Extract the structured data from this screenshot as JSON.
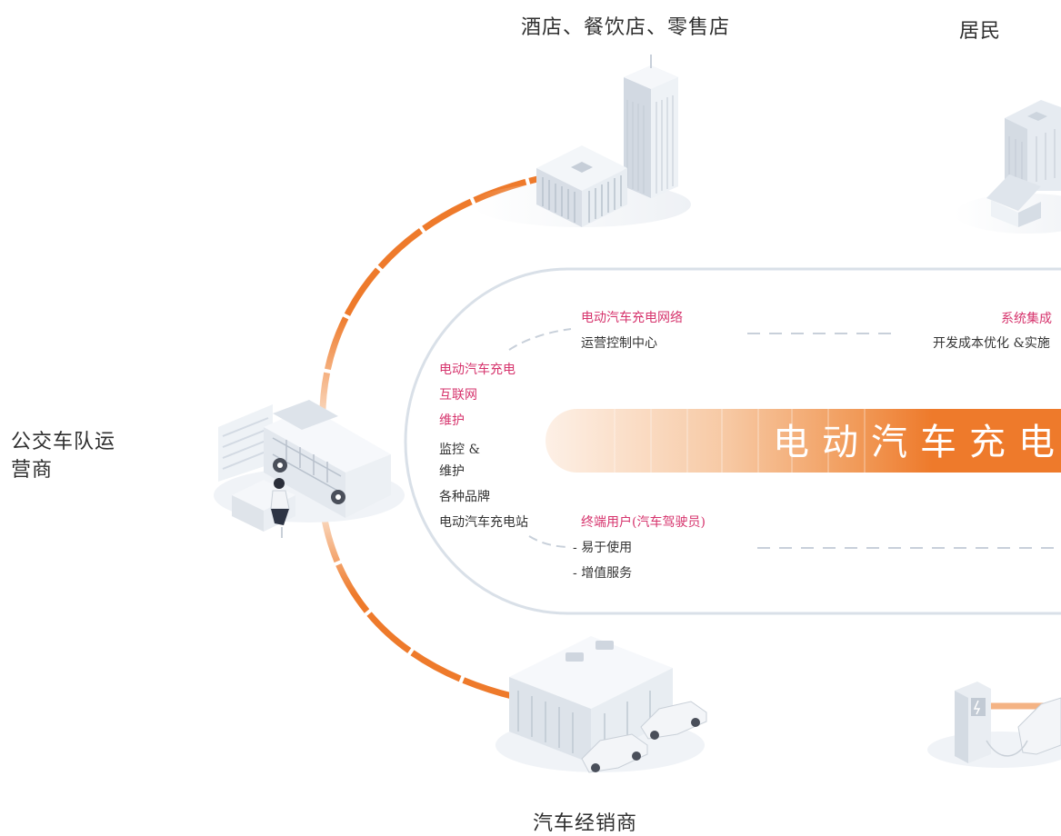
{
  "nodes": {
    "top_center": "酒店、餐饮店、零售店",
    "top_right": "居民",
    "left": [
      "公交车队运",
      "营商"
    ],
    "bottom_center": "汽车经销商"
  },
  "banner": {
    "title": "电动汽车充电"
  },
  "sections": {
    "network": {
      "title": "电动汽车充电网络",
      "sub": "运营控制中心"
    },
    "integration": {
      "title": "系统集成",
      "sub": "开发成本优化 &实施"
    },
    "left_block": {
      "titles": [
        "电动汽车充电",
        "互联网",
        "维护"
      ],
      "items": [
        "监控 &",
        "维护",
        "各种品牌",
        "电动汽车充电站"
      ]
    },
    "end_user": {
      "title": "终端用户(汽车驾驶员)",
      "items": [
        "易于使用",
        "增值服务"
      ]
    }
  },
  "colors": {
    "orange": "#ee7a2b",
    "pink": "#d6336c",
    "track": "#d6dde6"
  }
}
